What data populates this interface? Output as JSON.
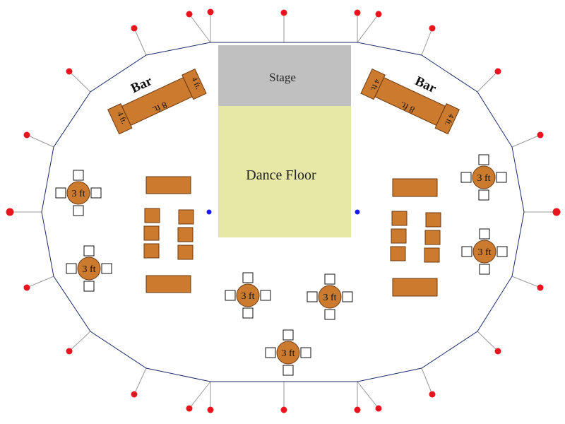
{
  "labels": {
    "stage": "Stage",
    "dance_floor": "Dance Floor",
    "bar_left": "Bar",
    "bar_right": "Bar",
    "bar_long_left": "8 ft.",
    "bar_short_left_a": "4 ft.",
    "bar_short_left_b": "4 ft.",
    "bar_long_right": "8 ft.",
    "bar_short_right_a": "4 ft.",
    "bar_short_right_b": "4 ft.",
    "round_table": "3 ft"
  },
  "colors": {
    "stage": "#c0c0c0",
    "dance_floor": "#e8e8a6",
    "table": "#cc7a2e",
    "table_stroke": "#6b3a12",
    "tent_outline": "#1a2a6b",
    "stake": "#e8141e",
    "guy_line": "#999999",
    "pole": "#1a1aff"
  }
}
